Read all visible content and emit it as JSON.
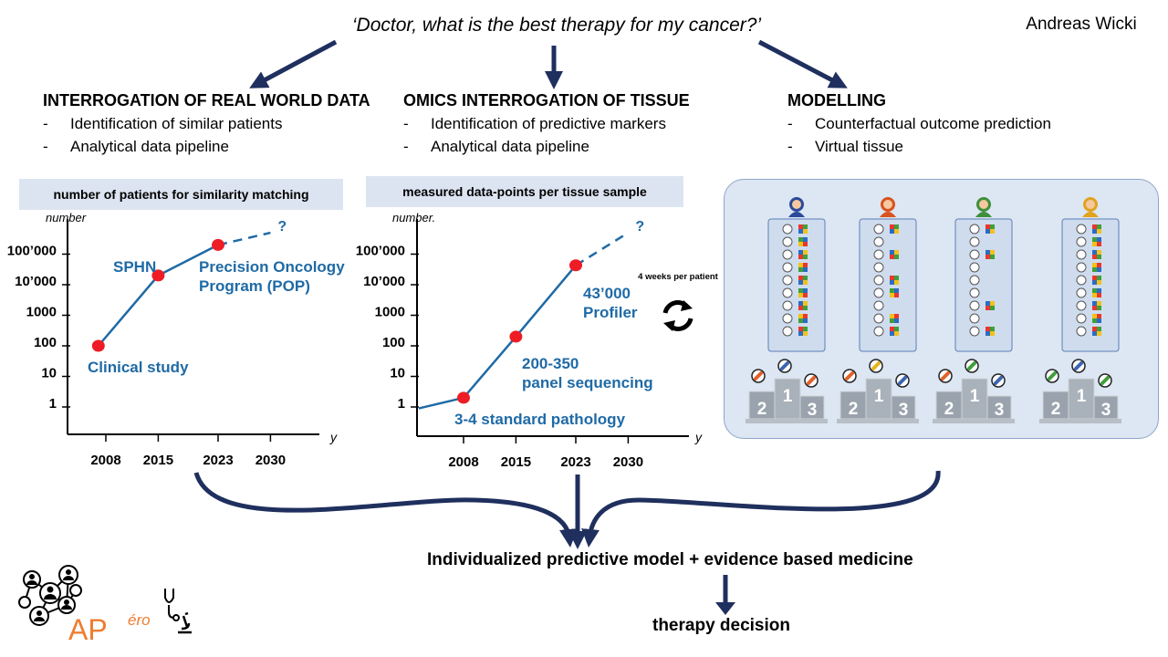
{
  "header": {
    "question": "‘Doctor, what is the best therapy for my cancer?’",
    "author": "Andreas Wicki"
  },
  "columns": [
    {
      "title": "INTERROGATION OF REAL WORLD DATA",
      "bullets": [
        "Identification of similar patients",
        "Analytical data pipeline"
      ]
    },
    {
      "title": "OMICS INTERROGATION OF TISSUE",
      "bullets": [
        "Identification of predictive markers",
        "Analytical data pipeline"
      ]
    },
    {
      "title": "MODELLING",
      "bullets": [
        "Counterfactual outcome prediction",
        "Virtual tissue"
      ]
    }
  ],
  "chart_data": [
    {
      "type": "line",
      "title": "number of patients for similarity matching",
      "ylabel": "number",
      "xlabel": "y",
      "y_scale": "log",
      "y_ticks": [
        "1",
        "10",
        "100",
        "1000",
        "10’000",
        "100’000"
      ],
      "x_ticks": [
        "2008",
        "2015",
        "2023",
        "2030"
      ],
      "points": [
        {
          "x": 2007,
          "y": 100,
          "label": "Clinical study"
        },
        {
          "x": 2015,
          "y": 20000,
          "label": "SPHN"
        },
        {
          "x": 2023,
          "y": 200000,
          "label": "Precision Oncology Program (POP)"
        }
      ],
      "projection": {
        "to_x": 2030,
        "to_y": 500000,
        "label": "?"
      }
    },
    {
      "type": "line",
      "title": "measured data-points per tissue sample",
      "ylabel": "number.",
      "xlabel": "y",
      "y_scale": "log",
      "y_ticks": [
        "1",
        "10",
        "100",
        "1000",
        "10’000",
        "100’000"
      ],
      "x_ticks": [
        "2008",
        "2015",
        "2023",
        "2030"
      ],
      "points": [
        {
          "x": 2008,
          "y": 2,
          "label": "3-4 standard pathology"
        },
        {
          "x": 2015,
          "y": 200,
          "label": "200-350 panel sequencing"
        },
        {
          "x": 2023,
          "y": 43000,
          "label": "43’000 Profiler"
        }
      ],
      "start": {
        "x": 2002,
        "y": 0.9
      },
      "projection": {
        "to_x": 2030,
        "to_y": 500000,
        "label": "?"
      },
      "side_note": "4 weeks per patient"
    }
  ],
  "podium": {
    "places": [
      "2",
      "1",
      "3"
    ]
  },
  "bottom": {
    "model": "Individualized predictive model  + evidence based medicine",
    "decision": "therapy decision"
  },
  "logo": {
    "text": "AP",
    "sup": "éro"
  },
  "colors": {
    "navy": "#1f2f5e",
    "line_blue": "#1f6aa5",
    "marker_red": "#ee1c24",
    "panel_bg": "#dde6f3"
  }
}
